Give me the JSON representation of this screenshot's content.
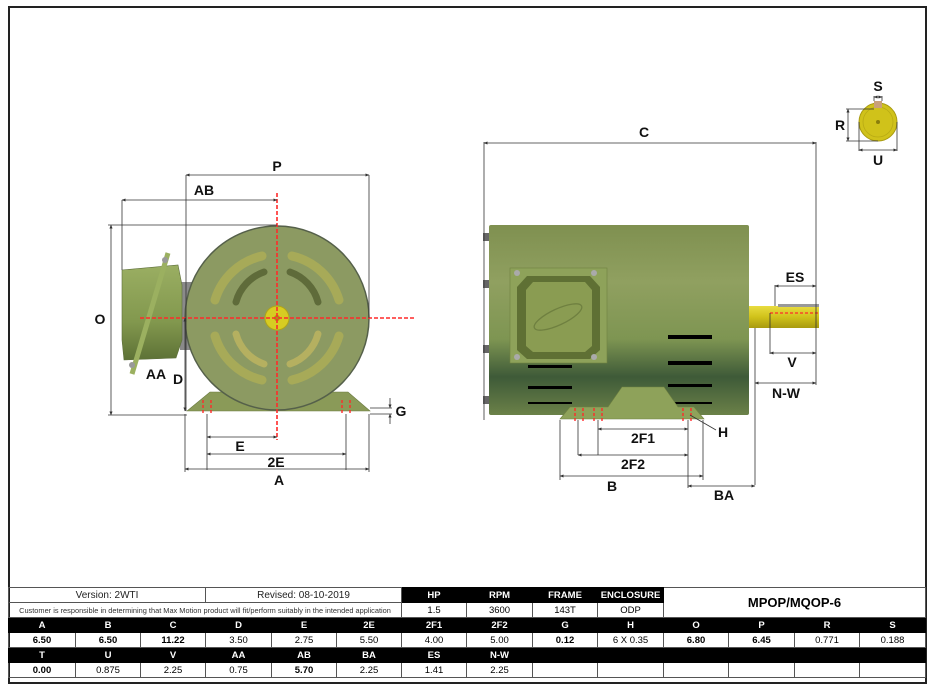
{
  "drawing": {
    "front_view": {
      "labels": {
        "P": "P",
        "AB": "AB",
        "O": "O",
        "AA": "AA",
        "D": "D",
        "G": "G",
        "E": "E",
        "2E": "2E",
        "A": "A"
      }
    },
    "side_view": {
      "labels": {
        "C": "C",
        "ES": "ES",
        "V": "V",
        "N-W": "N-W",
        "H": "H",
        "2F1": "2F1",
        "2F2": "2F2",
        "B": "B",
        "BA": "BA"
      }
    },
    "shaft_end_view": {
      "labels": {
        "S": "S",
        "R": "R",
        "U": "U"
      }
    },
    "colors": {
      "motor_body": "#8a9a58",
      "motor_dark": "#3f5a36",
      "shaft": "#d4c61e",
      "centerline": "#ff2a2a",
      "dimension_line": "#333333"
    }
  },
  "title_block": {
    "version": "Version: 2WTI",
    "revised": "Revised: 08-10-2019",
    "disclaimer": "Customer is responsible in determining that Max Motion product will fit/perform suitably in the intended application",
    "model": "MPOP/MQOP-6",
    "specs": {
      "headers": [
        "HP",
        "RPM",
        "FRAME",
        "ENCLOSURE"
      ],
      "values": [
        "1.5",
        "3600",
        "143T",
        "ODP"
      ]
    }
  },
  "dimensions_row1": {
    "headers": [
      "A",
      "B",
      "C",
      "D",
      "E",
      "2E",
      "2F1",
      "2F2",
      "G",
      "H",
      "O",
      "P",
      "R",
      "S"
    ],
    "values": [
      "6.50",
      "6.50",
      "11.22",
      "3.50",
      "2.75",
      "5.50",
      "4.00",
      "5.00",
      "0.12",
      "6 X 0.35",
      "6.80",
      "6.45",
      "0.771",
      "0.188"
    ]
  },
  "dimensions_row2": {
    "headers": [
      "T",
      "U",
      "V",
      "AA",
      "AB",
      "BA",
      "ES",
      "N-W",
      "",
      "",
      "",
      "",
      "",
      ""
    ],
    "values": [
      "0.00",
      "0.875",
      "2.25",
      "0.75",
      "5.70",
      "2.25",
      "1.41",
      "2.25",
      "",
      "",
      "",
      "",
      "",
      ""
    ]
  }
}
